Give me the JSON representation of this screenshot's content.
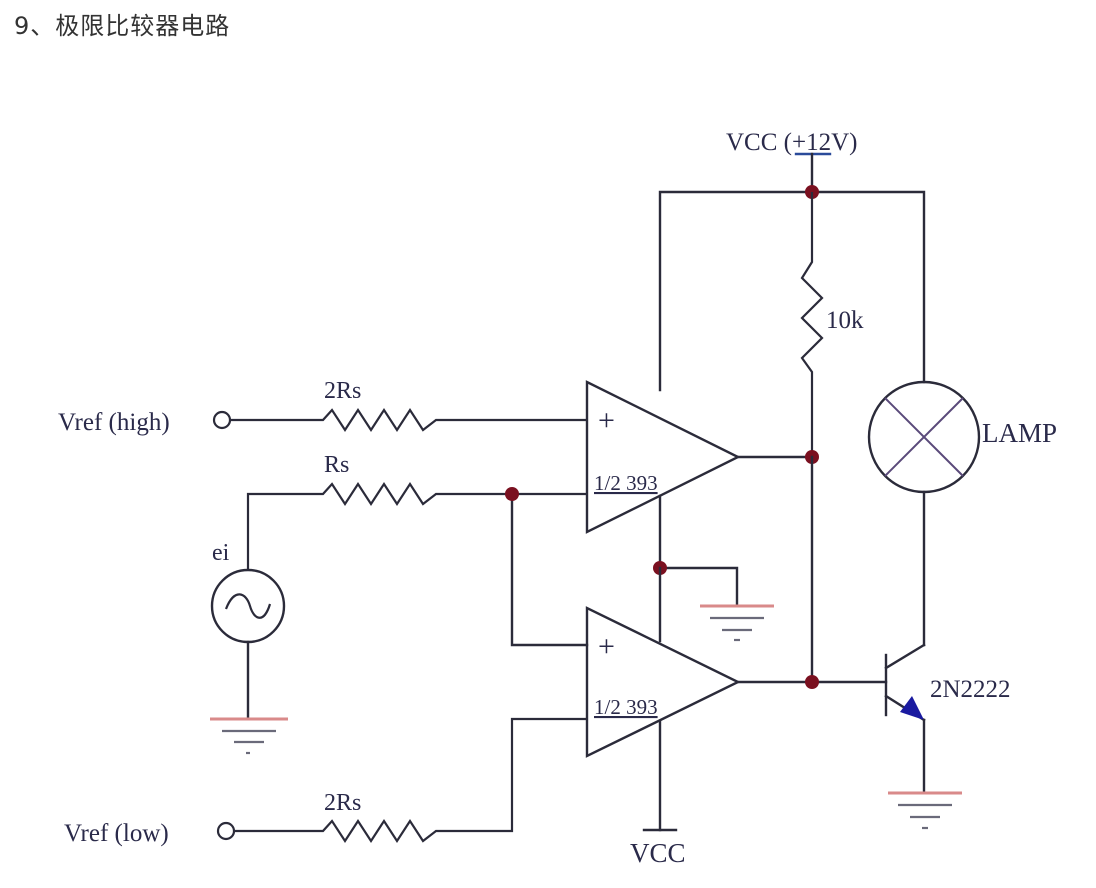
{
  "page": {
    "title": "9、极限比较器电路"
  },
  "diagram": {
    "type": "schematic",
    "labels": {
      "vcc_top": "VCC (+12V)",
      "vcc_bottom": "VCC",
      "resistor_pullup": "10k",
      "lamp": "LAMP",
      "transistor": "2N2222",
      "vref_high": "Vref (high)",
      "vref_low": "Vref (low)",
      "r_high": "2Rs",
      "r_low": "2Rs",
      "r_input": "Rs",
      "source": "ei",
      "comparator_top": "1/2 393",
      "comparator_bottom": "1/2 393",
      "plus_sign": "+"
    },
    "colors": {
      "wire": "#2b2b3a",
      "junction": "#7a1020",
      "ground": "#d98a8a",
      "emitter_arrow": "#1a1aa0"
    }
  }
}
